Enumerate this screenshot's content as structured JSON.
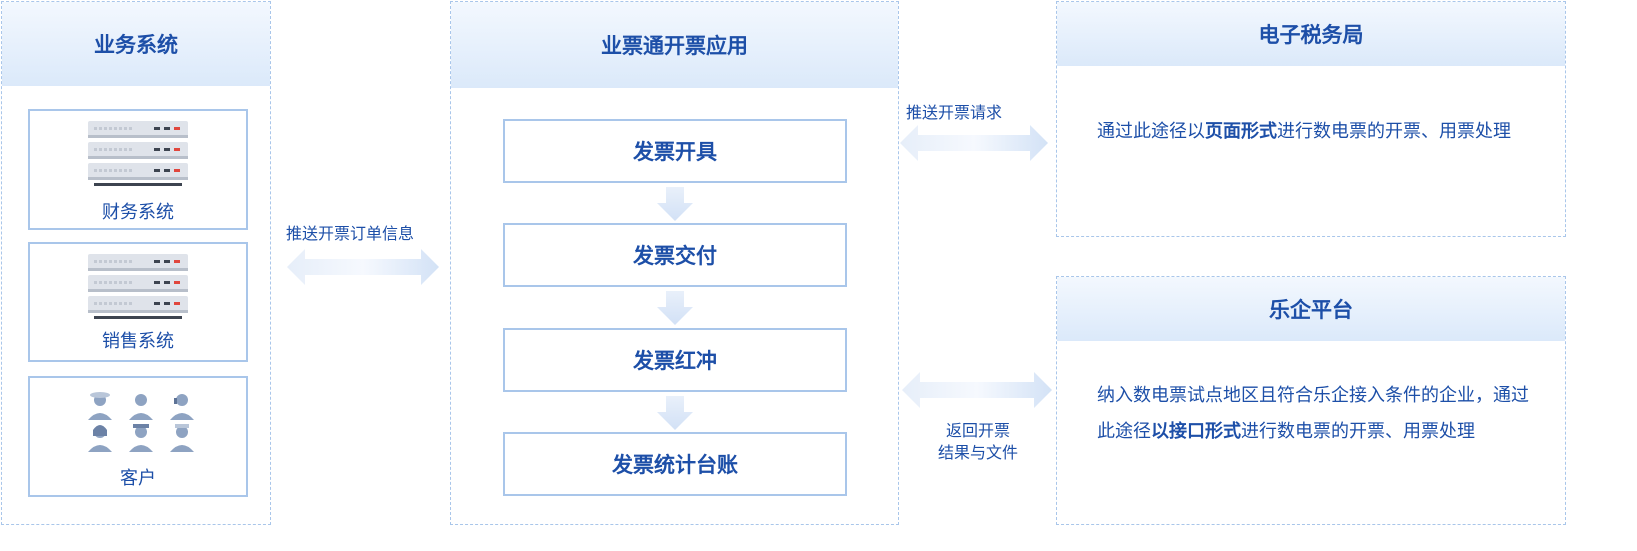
{
  "colors": {
    "primary": "#1d4fa8",
    "border": "#a9c6ea",
    "header_bg": "#dbe9fa",
    "arrow": "#d8e5f7"
  },
  "business": {
    "title": "业务系统",
    "items": [
      {
        "label": "财务系统",
        "icon": "server-icon"
      },
      {
        "label": "销售系统",
        "icon": "server-icon"
      },
      {
        "label": "客户",
        "icon": "people-icon"
      }
    ]
  },
  "connector_left": {
    "label": "推送开票订单信息"
  },
  "app": {
    "title": "业票通开票应用",
    "steps": [
      "发票开具",
      "发票交付",
      "发票红冲",
      "发票统计台账"
    ]
  },
  "connector_top": {
    "label": "推送开票请求"
  },
  "connector_bottom": {
    "line1": "返回开票",
    "line2": "结果与文件"
  },
  "tax": {
    "title": "电子税务局",
    "text_pre": "通过此途径以",
    "text_bold": "页面形式",
    "text_post": "进行数电票的开票、用票处理"
  },
  "leqi": {
    "title": "乐企平台",
    "text_pre": "纳入数电票试点地区且符合乐企接入条件的企业，通过此途径",
    "text_bold": "以接口形式",
    "text_post": "进行数电票的开票、用票处理"
  }
}
